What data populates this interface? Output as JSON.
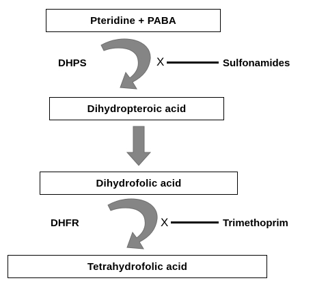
{
  "boxes": {
    "box1": "Pteridine + PABA",
    "box2": "Dihydropteroic acid",
    "box3": "Dihydrofolic acid",
    "box4": "Tetrahydrofolic acid"
  },
  "enzymes": {
    "dhps": "DHPS",
    "dhfr": "DHFR"
  },
  "inhibitors": {
    "sulfonamides": "Sulfonamides",
    "trimethoprim": "Trimethoprim"
  },
  "inhibition_mark": "X",
  "colors": {
    "arrow": "#858585",
    "arrow_stroke": "#6e6e6e",
    "text": "#000000",
    "box_border": "#000000"
  }
}
